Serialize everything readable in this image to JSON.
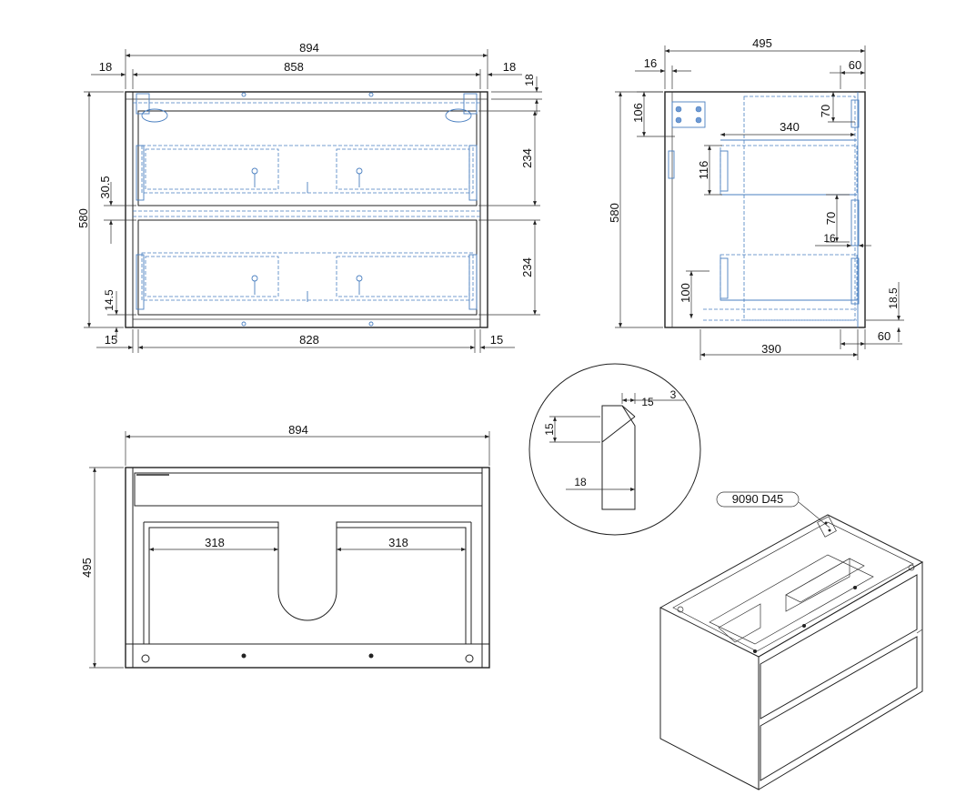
{
  "front_view": {
    "total_width": "894",
    "inner_width": "858",
    "side_left": "18",
    "side_right": "18",
    "top_thickness": "18",
    "height": "580",
    "drawer_upper": "234",
    "drawer_lower": "234",
    "gap_mid": "30.5",
    "gap_bottom": "14.5",
    "bottom_left": "15",
    "bottom_inner": "828",
    "bottom_right": "15"
  },
  "side_view": {
    "depth": "495",
    "back_offset": "16",
    "front_offset": "60",
    "hinge_height": "106",
    "hinge_v": "70",
    "drawer_depth": "340",
    "drawer_height": "116",
    "mid_v": "70",
    "mid_h": "16",
    "height": "580",
    "bottom_gap": "100",
    "foot": "18.5",
    "bottom_front": "60",
    "bottom_depth": "390"
  },
  "top_view": {
    "width": "894",
    "depth": "495",
    "left_cut": "318",
    "right_cut": "318"
  },
  "detail": {
    "top_right_a": "15",
    "top_right_b": "3",
    "edge_height": "15",
    "board_thickness": "18"
  },
  "iso_view": {
    "callout": "9090  D45"
  }
}
